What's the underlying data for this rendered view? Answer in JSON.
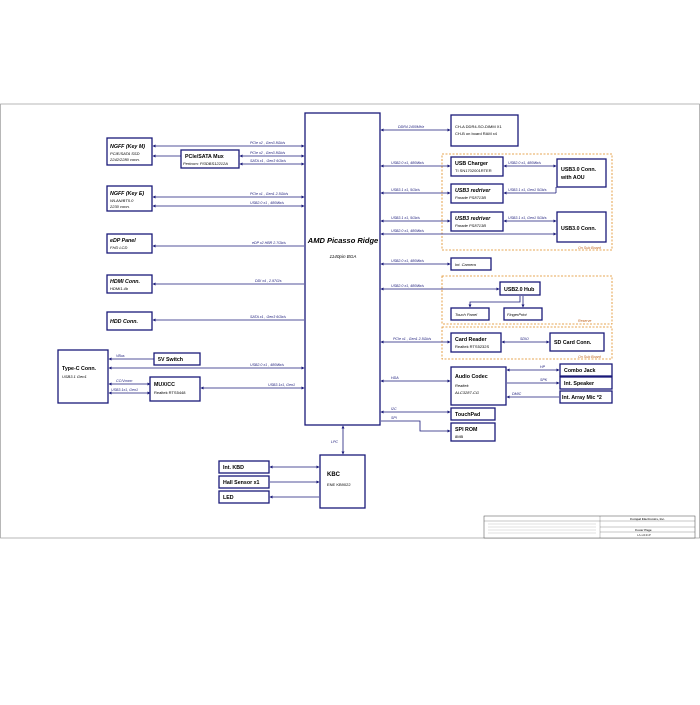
{
  "cpu": {
    "title": "AMD Picasso Ridge",
    "package": "1140pin BGA"
  },
  "left_blocks": [
    {
      "title": "NGFF (Key M)",
      "lines": [
        "PCIE/SATA  SSD",
        "2242/2280 conn."
      ]
    },
    {
      "title": "PCIe/SATA  Mux",
      "lines": [
        "Pericom: PI3DBS12212A"
      ]
    },
    {
      "title": "NGFF (Key E)",
      "lines": [
        "WLAN/BT5.0",
        "2230 conn."
      ]
    },
    {
      "title": "eDP Panel",
      "lines": [
        "FHD LCD"
      ]
    },
    {
      "title": "HDMI Conn.",
      "lines": [
        "HDMI1.4b"
      ]
    },
    {
      "title": "HDD Conn.",
      "lines": []
    },
    {
      "title": "Type-C Conn.",
      "lines": [
        "USB3.1 Gen1"
      ]
    },
    {
      "title": "5V Switch",
      "lines": []
    },
    {
      "title": "MUX/CC",
      "lines": [
        "Realtek  RTS5448"
      ]
    }
  ],
  "left_links": [
    "PCIe x2 , Gen3 8Gb/s",
    "PCIe x2 , Gen3 8Gb/s",
    "SATA x1 , Gen3 6Gb/s",
    "PCIe x1 , Gen1 2.5Gb/s",
    "USB2.0 x1 , 480Mb/s",
    "eDP x2 HBR 2.7Gb/s",
    "DDI x4 , 2.97G/s",
    "SATA x1 , Gen3 6Gb/s",
    "VBus",
    "USB2.0 x1 , 480Mb/s",
    "CC/Vconn",
    "USB3.1x1, Gen1",
    "USB3.1x1, Gen1"
  ],
  "right_blocks": [
    {
      "title": "",
      "lines": [
        "CH-A DDR4-SO-DIMM X1",
        "CH-B on board RAM x4"
      ]
    },
    {
      "title": "USB Charger",
      "lines": [
        "TI  SN1702001RTER"
      ]
    },
    {
      "title": "USB3.0 Conn.",
      "lines": [
        "with AOU"
      ]
    },
    {
      "title": "USB3 redriver",
      "lines": [
        "Parade PS8713B"
      ]
    },
    {
      "title": "USB3 redriver",
      "lines": [
        "Parade PS8713B"
      ]
    },
    {
      "title": "USB3.0 Conn.",
      "lines": []
    },
    {
      "title": "Int. Camera",
      "lines": []
    },
    {
      "title": "USB2.0 Hub",
      "lines": []
    },
    {
      "title": "Touch Panel",
      "lines": []
    },
    {
      "title": "FingerPrint",
      "lines": []
    },
    {
      "title": "Card Reader",
      "lines": [
        "Realtek  RTS5232S"
      ]
    },
    {
      "title": "SD Card Conn.",
      "lines": []
    },
    {
      "title": "Audio Codec",
      "lines": [
        "Realtek",
        "ALC3287-CG"
      ]
    },
    {
      "title": "Combo Jack",
      "lines": []
    },
    {
      "title": "Int. Speaker",
      "lines": []
    },
    {
      "title": "Int. Array Mic *2",
      "lines": []
    },
    {
      "title": "TouchPad",
      "lines": []
    },
    {
      "title": "SPI ROM",
      "lines": [
        "8MB"
      ]
    }
  ],
  "right_links": [
    "DDR4 2400MHz",
    "USB2.0 x1, 480Mb/s",
    "USB2.0 x1, 480Mb/s",
    "USB3.1 x1, 5Gb/s",
    "USB3.1 x1, Gen1 5Gb/s",
    "USB3.1 x1, 5Gb/s",
    "USB3.1 x1, Gen1 5Gb/s",
    "USB2.0 x1, 480Mb/s",
    "USB2.0 x1, 480Mb/s",
    "USB2.0 x1, 480Mb/s",
    "PCIe x1 , Gen1 2.5Gb/s",
    "SDIO",
    "HDA",
    "HP",
    "SPK",
    "DMIC",
    "I2C",
    "SPI"
  ],
  "zones": [
    "On Sub Board",
    "Reserve",
    "On Sub Board"
  ],
  "bottom": {
    "lpc": "LPC",
    "kbc": {
      "title": "KBC",
      "sub": "ENE KB9022"
    },
    "items": [
      "Int. KBD",
      "Hall Sensor x1",
      "LED"
    ]
  },
  "title_block": {
    "company": "Compal Electronics, Inc.",
    "title": "Cover Page",
    "doc": "LA-H131P"
  }
}
